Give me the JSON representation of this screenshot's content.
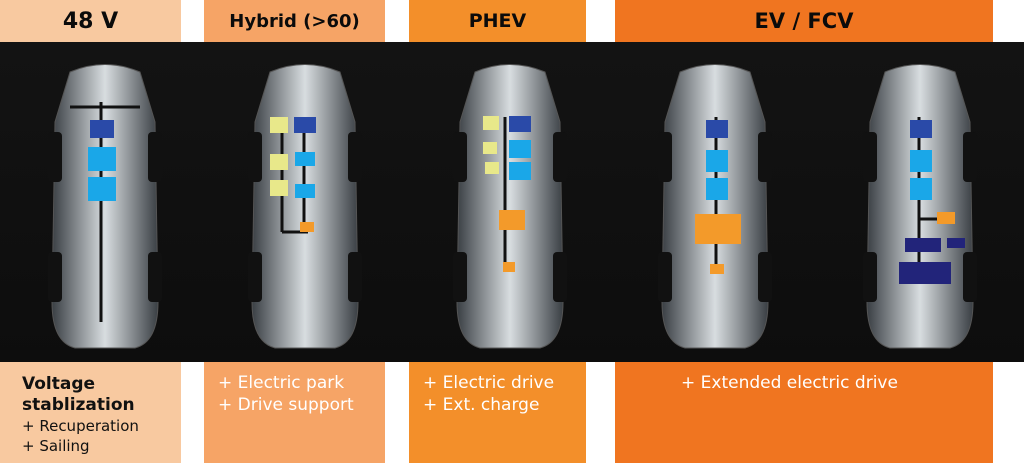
{
  "headers": {
    "h48v": "48 V",
    "hybrid": "Hybrid (>60)",
    "phev": "PHEV",
    "ev": "EV / FCV"
  },
  "footers": {
    "f48v": {
      "title1": "Voltage",
      "title2": "stablization",
      "item1": "+ Recuperation",
      "item2": "+ Sailing"
    },
    "hybrid": {
      "item1": "+ Electric park",
      "item2": "+ Drive support"
    },
    "phev": {
      "item1": "+ Electric drive",
      "item2": "+ Ext. charge"
    },
    "ev": {
      "item1": "+ Extended electric drive"
    }
  },
  "colors": {
    "c48v": "#f8c9a0",
    "hybrid": "#f6a466",
    "phev": "#f38f2a",
    "ev": "#f07520",
    "dark_blue": "#2a4aa8",
    "cyan": "#1aa7e8",
    "yellow": "#e8e88a",
    "orange": "#f39a2a",
    "navy": "#22247a"
  }
}
